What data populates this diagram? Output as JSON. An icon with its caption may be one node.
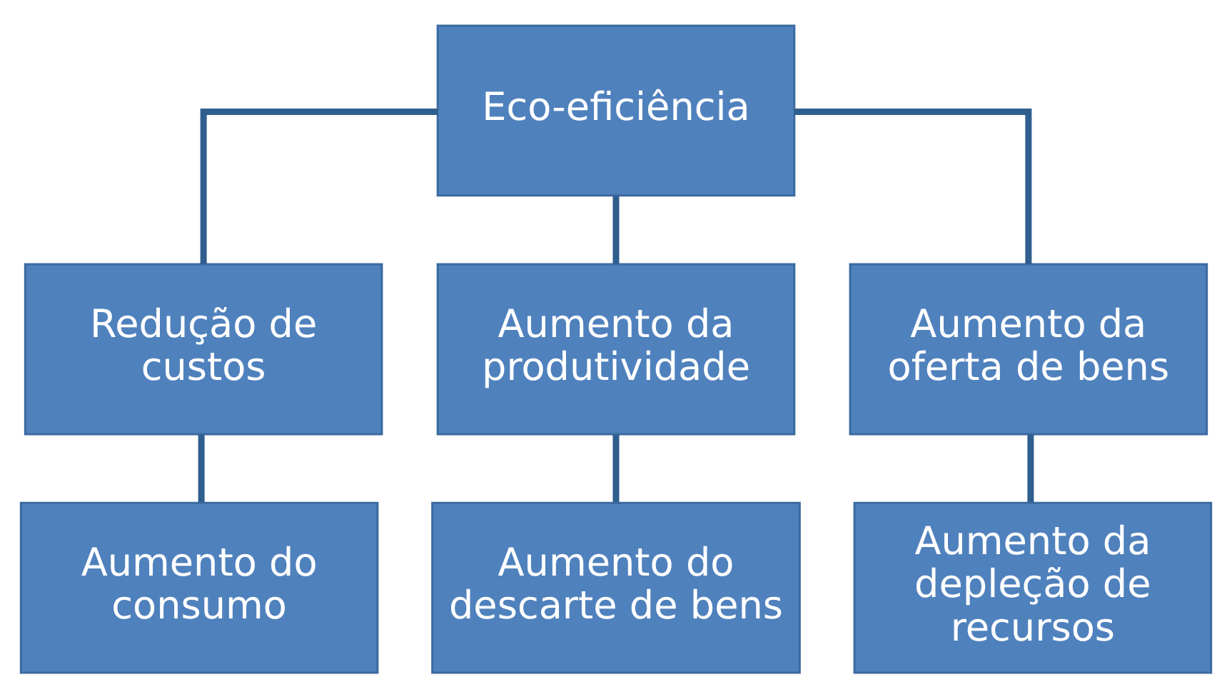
{
  "diagram": {
    "nodes": [
      {
        "text": [
          "Eco-eficiência"
        ]
      },
      {
        "text": [
          "Redução de custos"
        ]
      },
      {
        "text": [
          "Aumento da produtividade"
        ]
      },
      {
        "text": [
          "Aumento da oferta de bens"
        ]
      },
      {
        "text": [
          "Aumento do consumo"
        ]
      },
      {
        "text": [
          "Aumento do descarte de bens"
        ]
      },
      {
        "text": [
          "Aumento da depleção de recursos"
        ]
      }
    ],
    "edges": [
      {
        "from": 0,
        "to": 1,
        "arrow": "none"
      },
      {
        "from": 0,
        "to": 2,
        "arrow": "none"
      },
      {
        "from": 0,
        "to": 3,
        "arrow": "none"
      },
      {
        "from": 1,
        "to": 4,
        "arrow": "none"
      },
      {
        "from": 2,
        "to": 5,
        "arrow": "none"
      },
      {
        "from": 3,
        "to": 6,
        "arrow": "none"
      }
    ]
  }
}
